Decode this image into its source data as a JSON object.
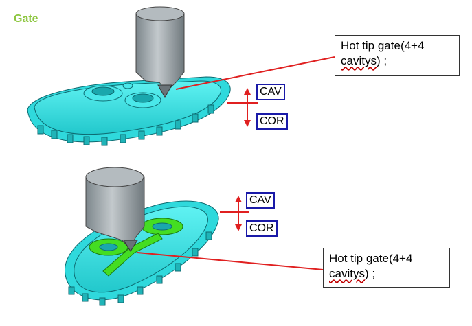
{
  "title": "Gate",
  "top": {
    "callout_line1": "Hot tip gate(4+4",
    "callout_line2_word": "cavitys",
    "callout_line2_rest": ") ;",
    "cav_label": "CAV",
    "cor_label": "COR"
  },
  "bottom": {
    "callout_line1": "Hot tip gate(4+4",
    "callout_line2_word": "cavitys",
    "callout_line2_rest": ") ;",
    "cav_label": "CAV",
    "cor_label": "COR"
  },
  "colors": {
    "part": "#35e6e6",
    "part_dark": "#1a9ea8",
    "gate_green": "#44dd22",
    "nozzle": "#9aa3a8",
    "arrow": "#e02020",
    "tag_border": "#1a1aa8",
    "title": "#8dc63f"
  }
}
